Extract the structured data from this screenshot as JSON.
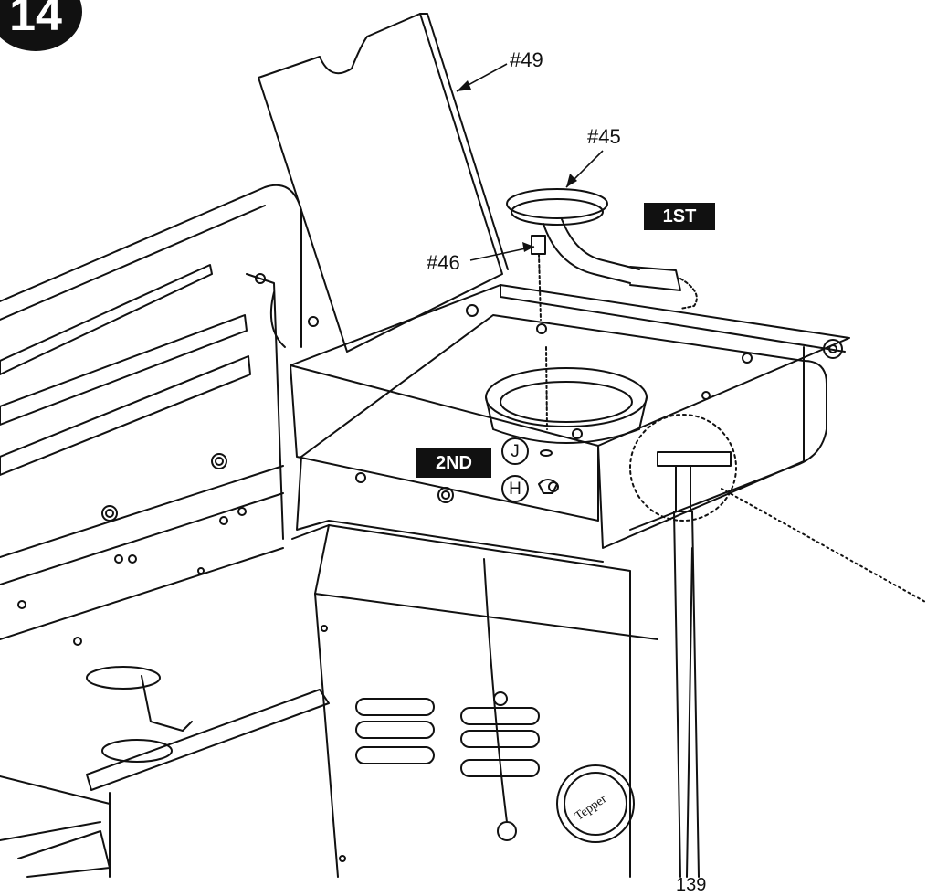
{
  "step": {
    "number": "14"
  },
  "parts": {
    "lid_label": "#49",
    "burner_label": "#45",
    "valve_label": "#46"
  },
  "tags": {
    "first": "1ST",
    "second": "2ND"
  },
  "hardware": {
    "j": "J",
    "h": "H"
  },
  "grill_brand": "Tepper",
  "page_number": "139",
  "colors": {
    "ink": "#111111",
    "paper": "#ffffff"
  }
}
